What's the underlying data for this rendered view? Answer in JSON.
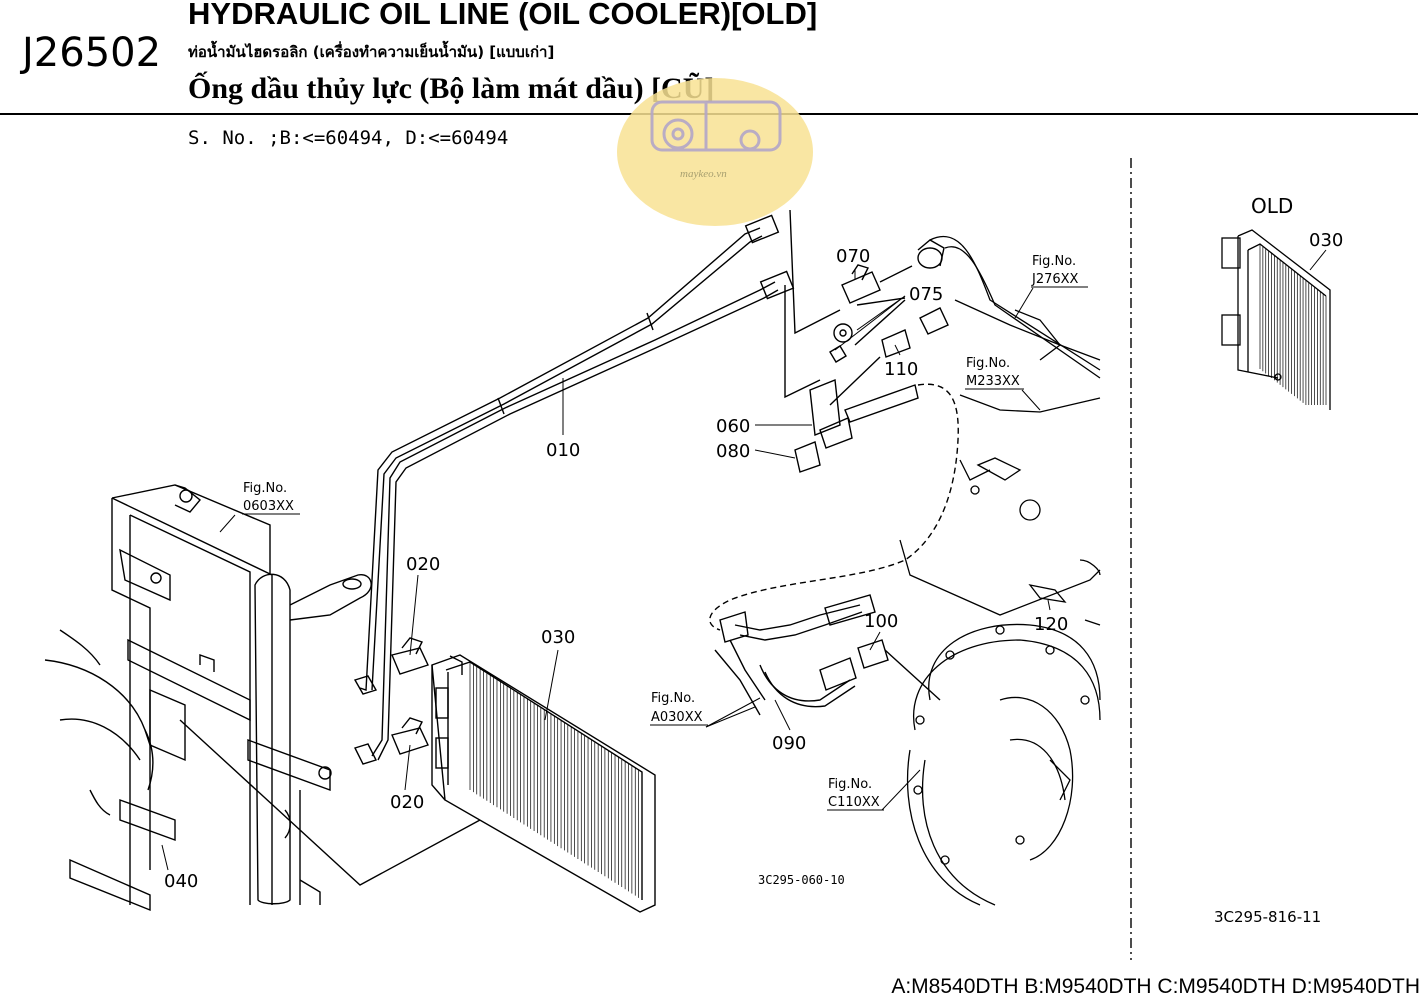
{
  "header": {
    "code": "J26502",
    "title_en": "HYDRAULIC OIL LINE (OIL COOLER)[OLD]",
    "title_th": "ท่อน้ำมันไฮดรอลิก (เครื่องทำความเย็นน้ำมัน) [แบบเก่า]",
    "title_vi": "Ống dầu thủy lực (Bộ làm mát dầu) [CŨ]"
  },
  "serial_info": "S. No. ;B:<=60494, D:<=60494",
  "watermark": {
    "text": "maykeo.vn",
    "color": "#f8e293"
  },
  "parts": [
    {
      "no": "010"
    },
    {
      "no": "020"
    },
    {
      "no": "020"
    },
    {
      "no": "030"
    },
    {
      "no": "040"
    },
    {
      "no": "060"
    },
    {
      "no": "070"
    },
    {
      "no": "075"
    },
    {
      "no": "080"
    },
    {
      "no": "090"
    },
    {
      "no": "100"
    },
    {
      "no": "110"
    },
    {
      "no": "120"
    }
  ],
  "fig_refs": [
    {
      "label": "Fig.No.",
      "ref": "0603XX"
    },
    {
      "label": "Fig.No.",
      "ref": "J276XX"
    },
    {
      "label": "Fig.No.",
      "ref": "M233XX"
    },
    {
      "label": "Fig.No.",
      "ref": "A030XX"
    },
    {
      "label": "Fig.No.",
      "ref": "C110XX"
    }
  ],
  "drawing_codes": {
    "main": "3C295-060-10",
    "inset": "3C295-816-11"
  },
  "inset": {
    "title": "OLD",
    "part": "030"
  },
  "models": "A:M8540DTH B:M9540DTH C:M9540DTH D:M9540DTH"
}
